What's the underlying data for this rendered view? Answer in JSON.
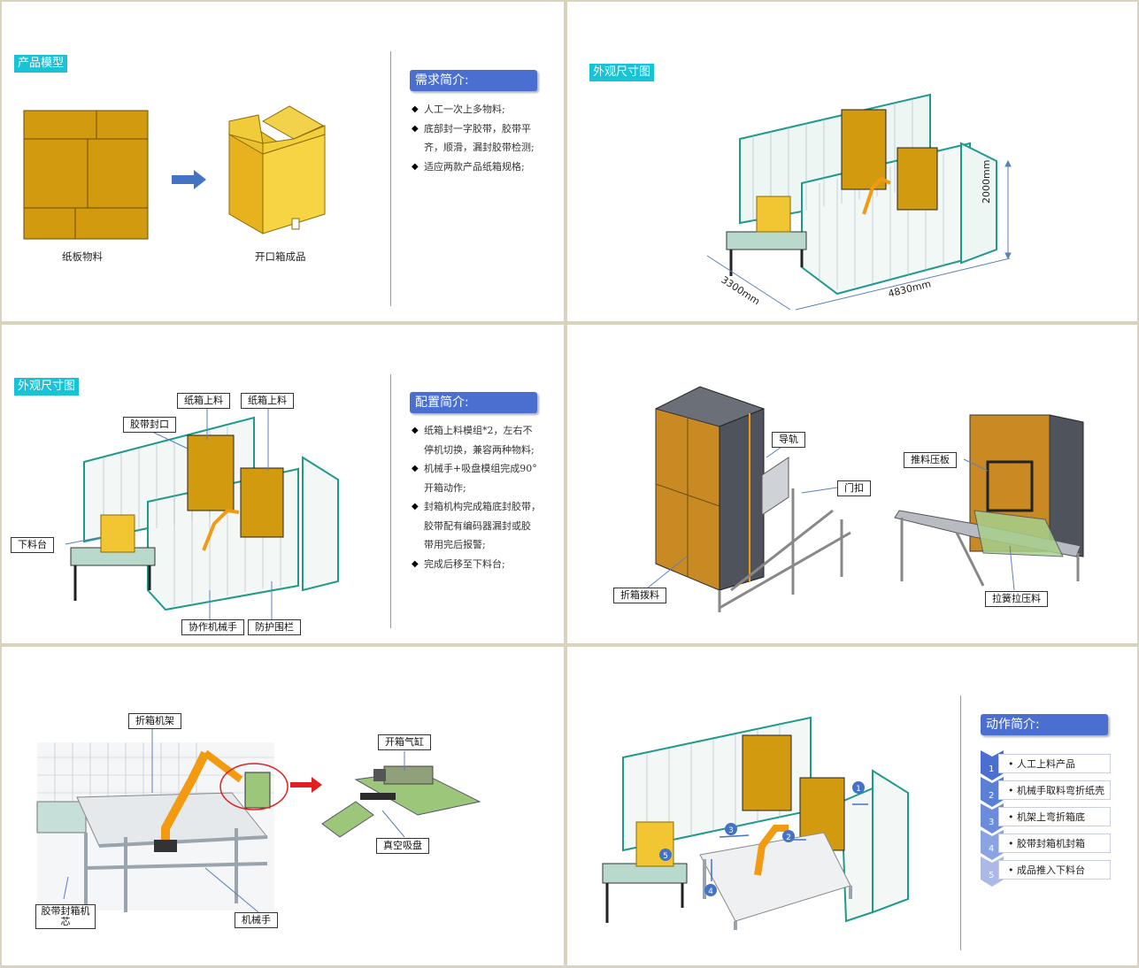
{
  "panel1": {
    "tag": "产品模型",
    "caption_left": "纸板物料",
    "caption_right": "开口箱成品",
    "heading": "需求简介:",
    "bullets": [
      "人工一次上多物料;",
      "底部封一字胶带，胶带平",
      "齐，顺滑，漏封胶带检测;",
      "适应两款产品纸箱规格;"
    ]
  },
  "panel2": {
    "tag": "外观尺寸图",
    "dim_height": "2000mm",
    "dim_width": "4830mm",
    "dim_depth": "3300mm"
  },
  "panel3": {
    "tag": "外观尺寸图",
    "labels": {
      "carton_feed_1": "纸箱上料",
      "carton_feed_2": "纸箱上料",
      "tape_seal": "胶带封口",
      "unload_table": "下料台",
      "cobot": "协作机械手",
      "fence": "防护围栏"
    },
    "heading": "配置简介:",
    "bullets": [
      "纸箱上料模组*2，左右不",
      "停机切换，兼容两种物料;",
      "机械手+吸盘模组完成90°",
      "开箱动作;",
      "封箱机构完成箱底封胶带，",
      "胶带配有编码器漏封或胶",
      "带用完后报警;",
      "完成后移至下料台;"
    ]
  },
  "panel4": {
    "labels": {
      "guide": "导轨",
      "door_latch": "门扣",
      "push_plate": "推料压板",
      "fold_pick": "折箱拨料",
      "spring": "拉簧拉压料"
    }
  },
  "panel5": {
    "labels": {
      "fold_frame": "折箱机架",
      "open_cylinder": "开箱气缸",
      "vacuum": "真空吸盘",
      "tape_core": "胶带封箱机芯",
      "robot": "机械手"
    }
  },
  "panel6": {
    "heading": "动作简介:",
    "steps": [
      {
        "num": "1",
        "text": "人工上料产品"
      },
      {
        "num": "2",
        "text": "机械手取料弯折纸壳"
      },
      {
        "num": "3",
        "text": "机架上弯折箱底"
      },
      {
        "num": "4",
        "text": "胶带封箱机封箱"
      },
      {
        "num": "5",
        "text": "成品推入下料台"
      }
    ],
    "markers": [
      "1",
      "2",
      "3",
      "4",
      "5"
    ]
  },
  "colors": {
    "cyan_tag": "#19c3d6",
    "heading_blue": "#4a6fd0",
    "frame_teal": "#1f9a8a",
    "carton": "#d19b10",
    "robot_orange": "#f29a10",
    "vacuum_green": "#9cc77a"
  }
}
